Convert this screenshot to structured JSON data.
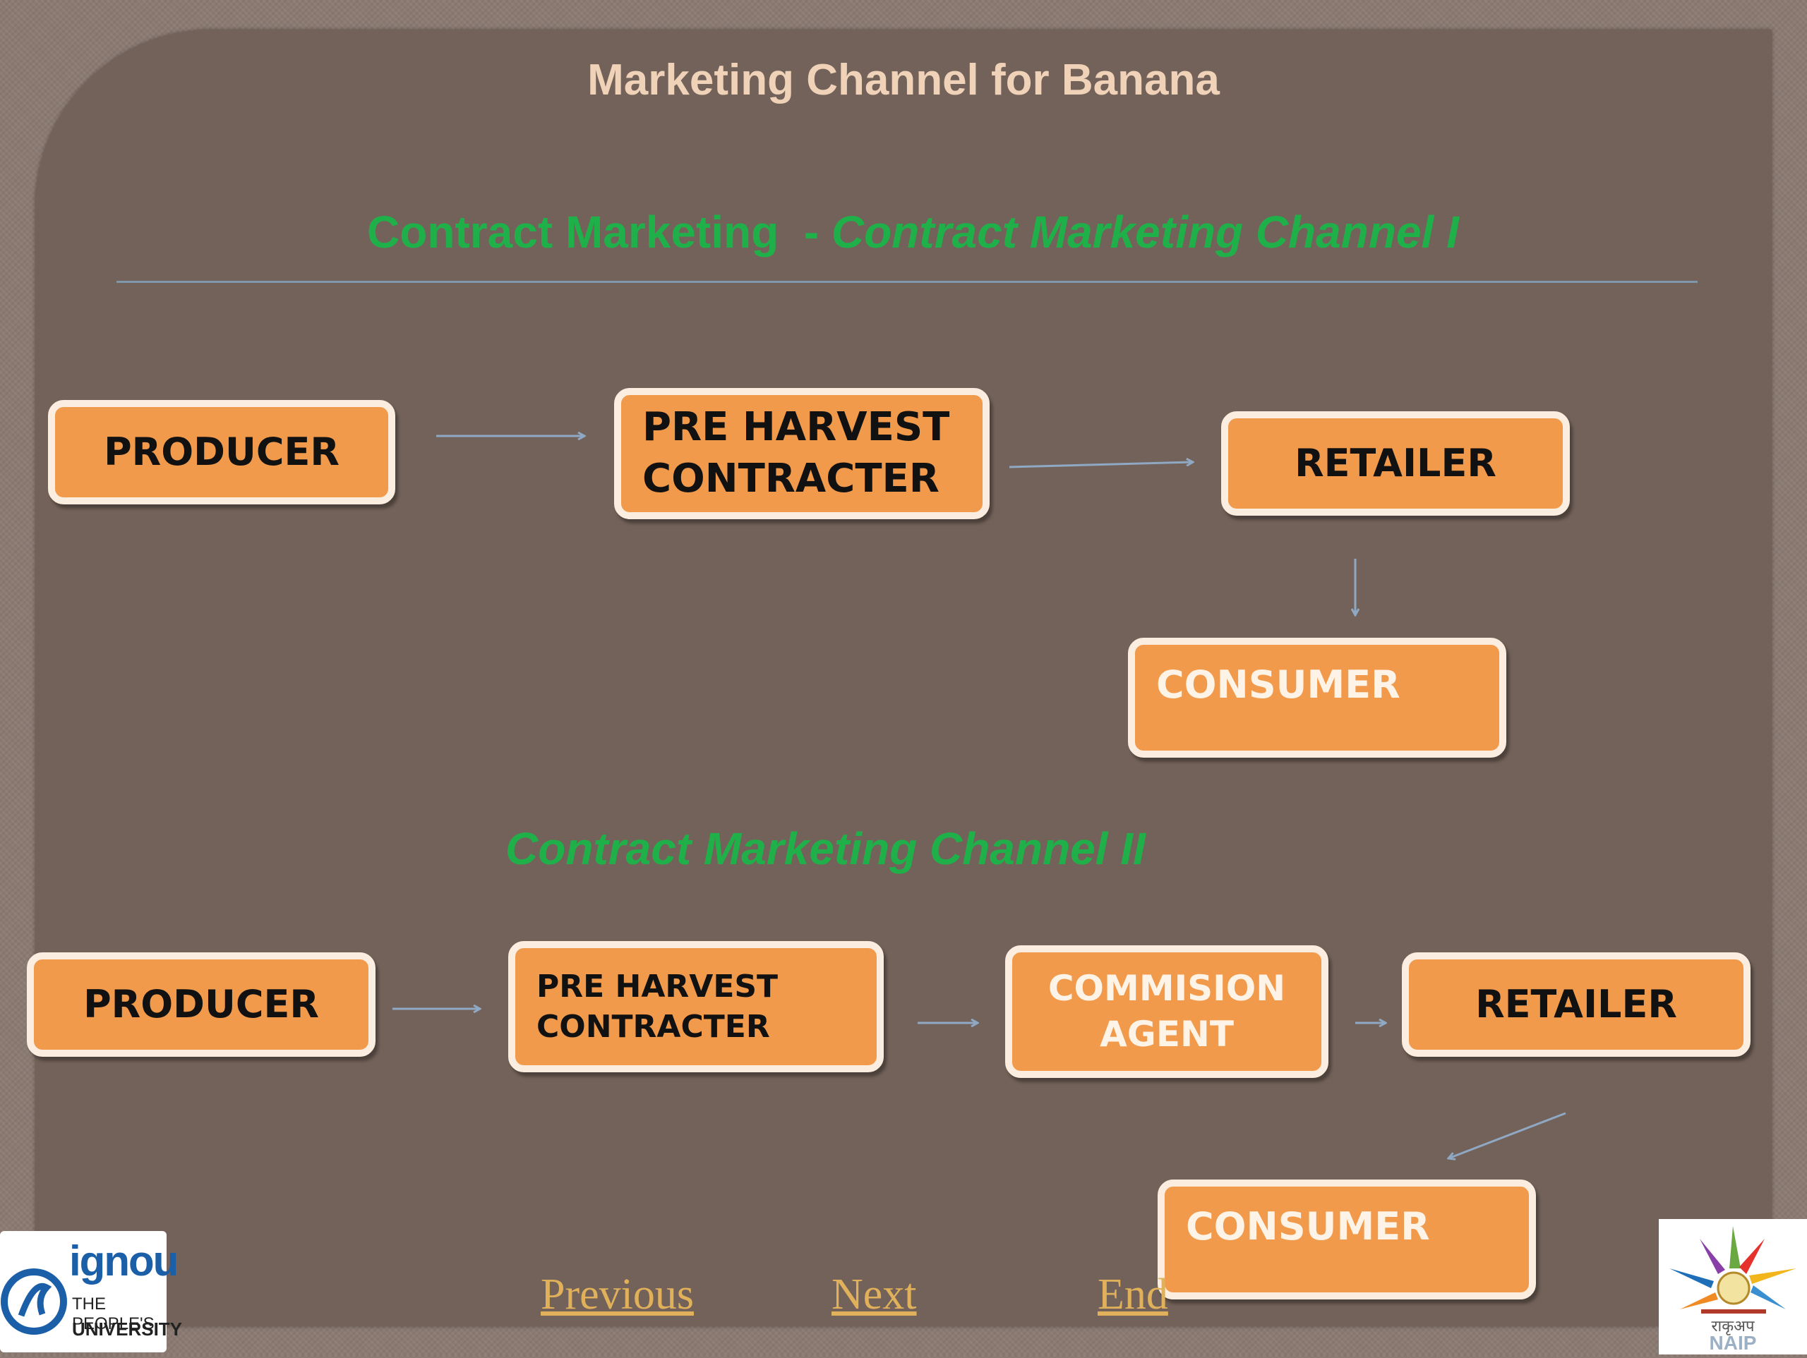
{
  "title": "Marketing Channel for Banana",
  "subtitle": {
    "main": "Contract Marketing",
    "separator": "  - ",
    "channel": "Contract Marketing Channel I"
  },
  "channel_1": {
    "producer": "PRODUCER",
    "pre_harvest_line1": "PRE HARVEST",
    "pre_harvest_line2": "CONTRACTER",
    "retailer": "RETAILER",
    "consumer": "CONSUMER"
  },
  "channel_2": {
    "title": "Contract Marketing Channel II",
    "producer": "PRODUCER",
    "pre_harvest_line1": "PRE HARVEST",
    "pre_harvest_line2": "CONTRACTER",
    "commission_line1": "COMMISION",
    "commission_line2": "AGENT",
    "retailer": "RETAILER",
    "consumer": "CONSUMER"
  },
  "nav": {
    "previous": "Previous",
    "next": "Next",
    "end": "End"
  },
  "logos": {
    "ignou_name": "ignou",
    "ignou_line1": "THE PEOPLE'S",
    "ignou_line2": "UNIVERSITY",
    "naip_hindi": "राकृअप",
    "naip_name": "NAIP"
  },
  "colors": {
    "box_fill": "#f29a4b",
    "box_border": "#fbeee0",
    "accent_green": "#1fb04a",
    "arrow": "#8fa8c4",
    "slide_bg": "#736259",
    "link": "#e0b15a"
  }
}
